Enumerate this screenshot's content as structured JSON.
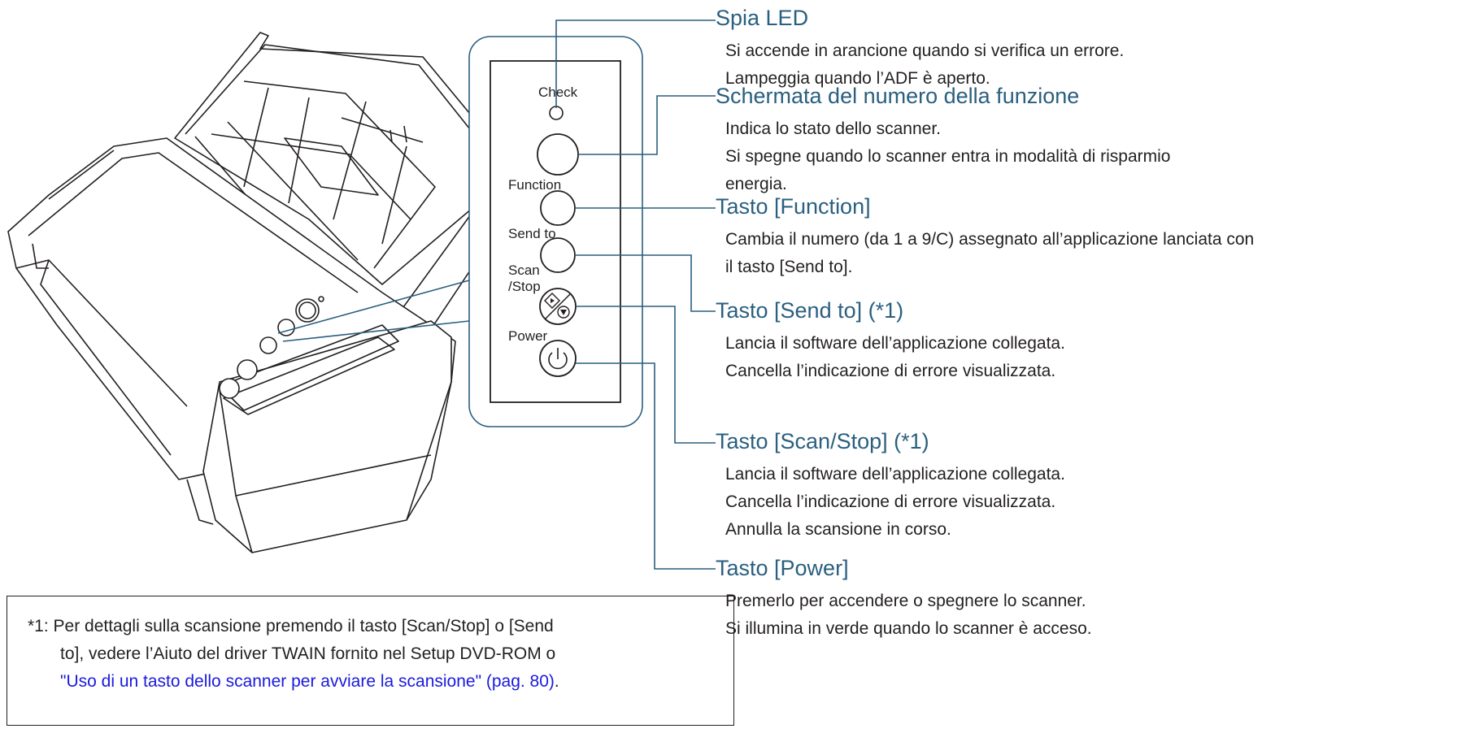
{
  "panel": {
    "check_label": "Check",
    "function_label": "Function",
    "send_to_label": "Send to",
    "scan_label": "Scan",
    "stop_label": "/Stop",
    "power_label": "Power"
  },
  "callouts": {
    "led": {
      "title": "Spia LED",
      "lines": [
        "Si accende in arancione quando si verifica un errore.",
        "Lampeggia quando l’ADF è aperto."
      ]
    },
    "function_display": {
      "title": "Schermata del numero della funzione",
      "lines": [
        "Indica lo stato dello scanner.",
        "Si spegne quando lo scanner entra in modalità di risparmio",
        "energia."
      ]
    },
    "function_button": {
      "title": "Tasto [Function]",
      "lines": [
        "Cambia il numero (da 1 a 9/C) assegnato all’applicazione lanciata con",
        "il tasto [Send to]."
      ]
    },
    "send_to_button": {
      "title": "Tasto [Send to] (*1)",
      "lines": [
        "Lancia il software dell’applicazione collegata.",
        "Cancella l’indicazione di errore visualizzata."
      ]
    },
    "scan_stop_button": {
      "title": "Tasto [Scan/Stop] (*1)",
      "lines": [
        "Lancia il software dell’applicazione collegata.",
        "Cancella l’indicazione di errore visualizzata.",
        "Annulla la scansione in corso."
      ]
    },
    "power_button": {
      "title": "Tasto [Power]",
      "lines": [
        "Premerlo per accendere o spegnere lo scanner.",
        "Si illumina in verde quando lo scanner è acceso."
      ]
    }
  },
  "footnote": {
    "line1": "*1: Per dettagli sulla scansione premendo il tasto [Scan/Stop] o [Send",
    "line2": "to], vedere l’Aiuto del driver TWAIN fornito nel Setup DVD-ROM o",
    "link": "\"Uso di un tasto dello scanner per avviare la scansione\" (pag. 80)",
    "after_link": "."
  },
  "colors": {
    "title_blue": "#2a5f7f",
    "leader_line": "#2a5f7f",
    "link_blue": "#1a1adf"
  }
}
